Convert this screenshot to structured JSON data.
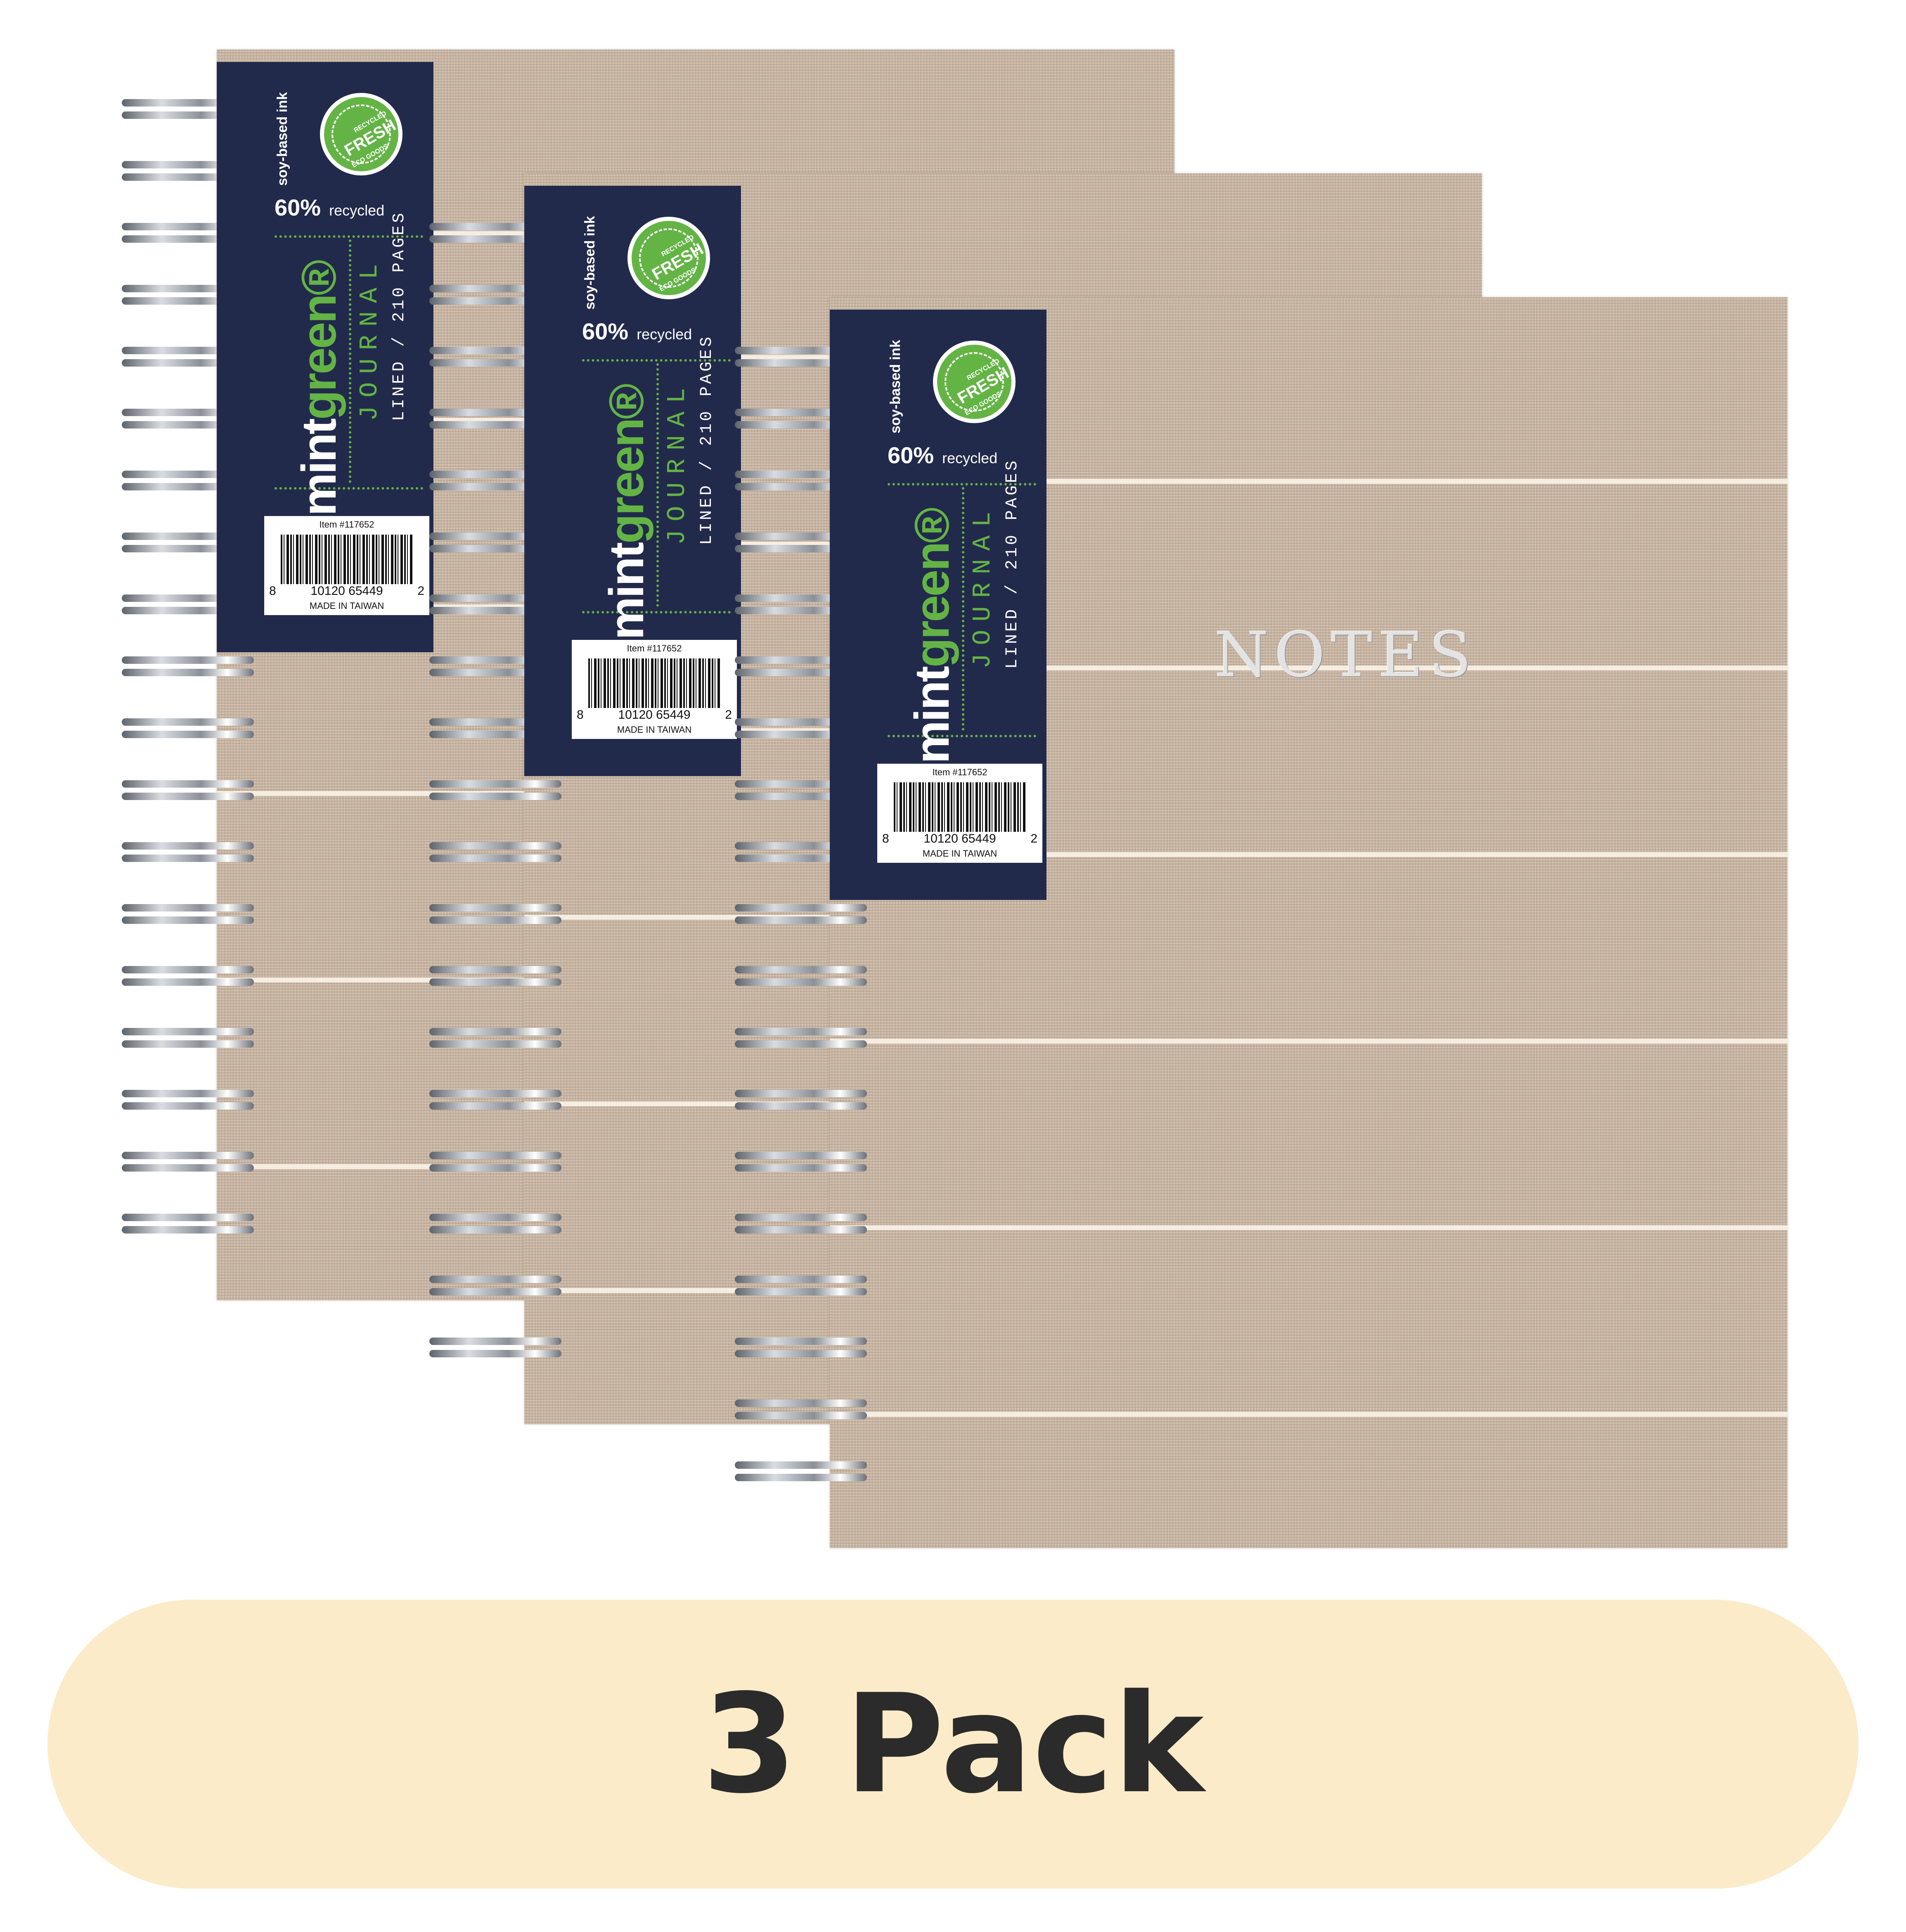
{
  "product": {
    "cover_title": "NOTES",
    "label": {
      "soy_ink": "soy-based ink",
      "seal_fresh": "FRESH",
      "seal_recycled": "RECYCLED",
      "seal_eco": "ECO GOODS",
      "recycled_pct": "60%",
      "recycled_word": "recycled",
      "brand_mint": "mint",
      "brand_green": "green",
      "brand_reg": "®",
      "journal": "JOURNAL",
      "pages": "LINED / 210 PAGES",
      "item": "Item #117652",
      "barcode_first": "8",
      "barcode_mid": "10120 65449",
      "barcode_last": "2",
      "made_in": "MADE IN TAIWAN"
    },
    "colors": {
      "cover": "#cdb8a4",
      "label_navy": "#222a4c",
      "brand_green": "#63b445",
      "banner": "#fcebc8"
    }
  },
  "banner": {
    "text": "3 Pack"
  }
}
